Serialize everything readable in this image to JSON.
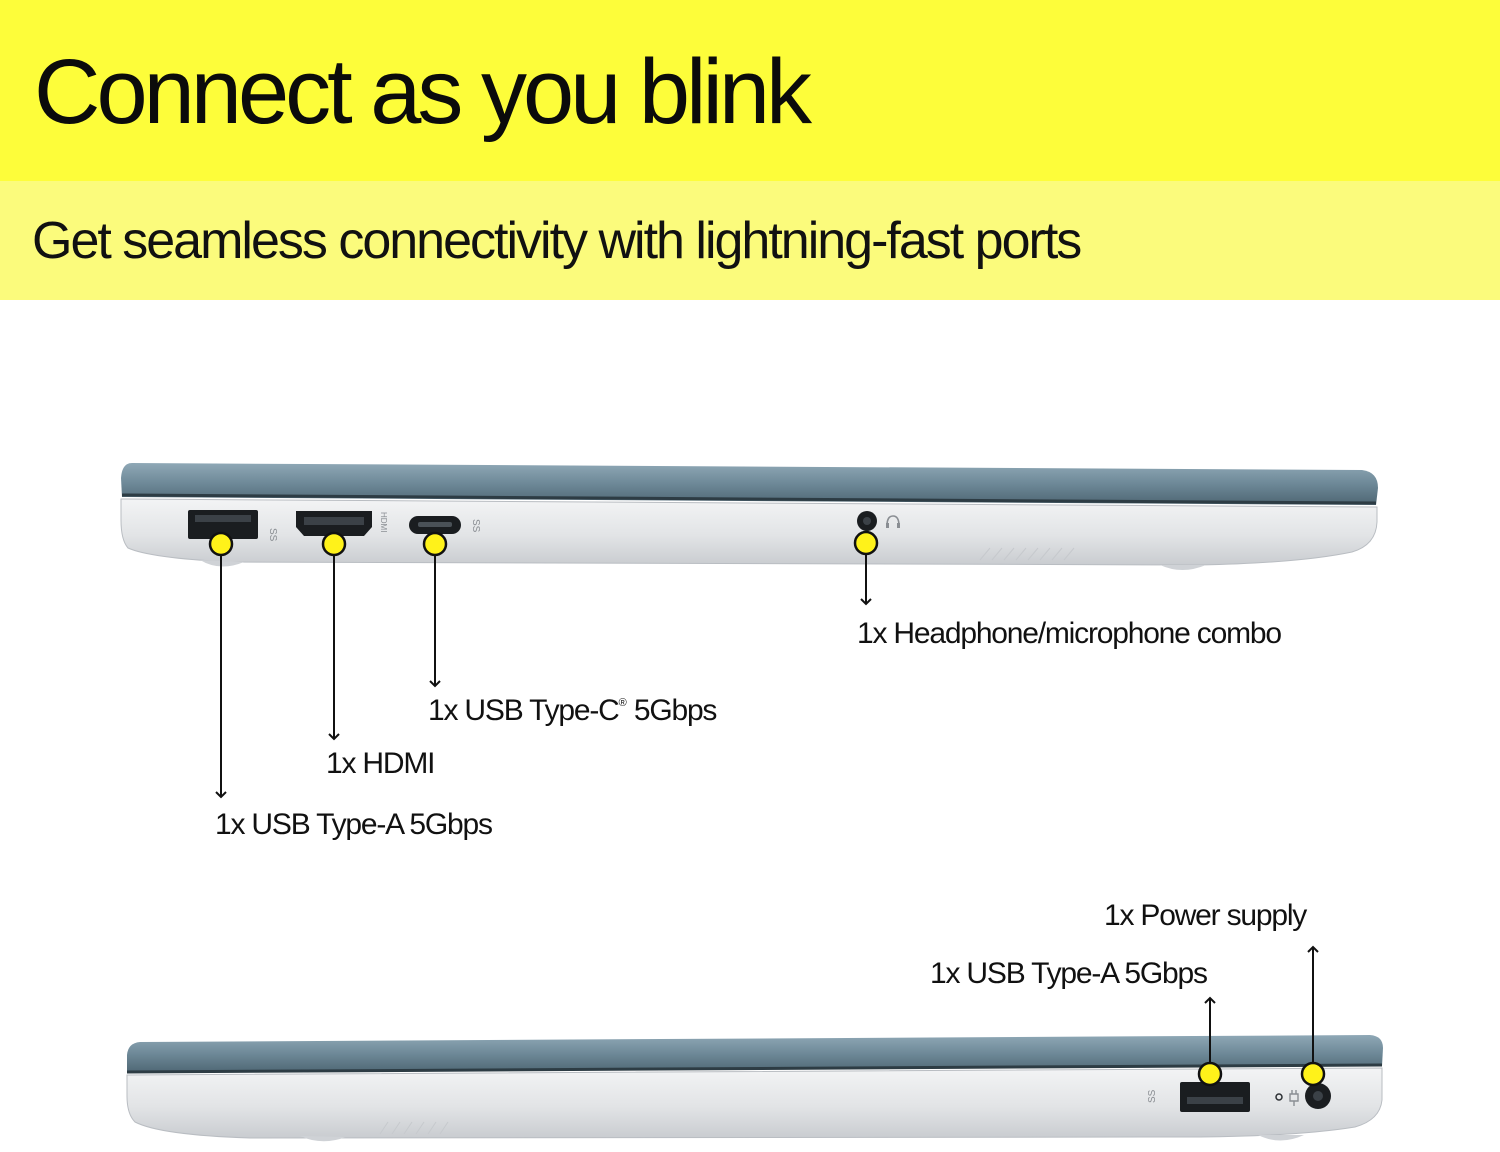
{
  "title": "Connect as you blink",
  "subtitle": "Get seamless connectivity with lightning-fast ports",
  "colors": {
    "title_band": "#fdfd3a",
    "subtitle_band": "#fbfb7c",
    "marker": "#fff21a",
    "lid": "#6f8a99",
    "body": "#e4e6e8"
  },
  "ports": {
    "left_usb_a": "1x USB Type-A 5Gbps",
    "hdmi": "1x HDMI",
    "usb_c": "1x USB Type-C",
    "usb_c_mark": "®",
    "usb_c_speed": "5Gbps",
    "audio": "1x Headphone/microphone combo",
    "right_usb_a": "1x USB Type-A 5Gbps",
    "power": "1x Power supply"
  },
  "port_marks": {
    "usb_logo": "SS",
    "hdmi_logo": "HDMI"
  }
}
